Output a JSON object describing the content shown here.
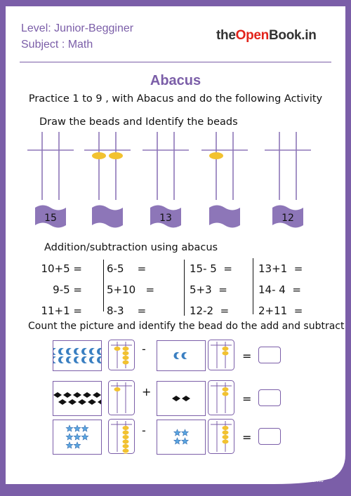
{
  "header": {
    "level": "Level: Junior-Begginer",
    "subject": "Subject : Math",
    "brand_the": "the",
    "brand_open": "Open",
    "brand_book": "Book.in"
  },
  "title": "Abacus",
  "instruction": "Practice 1 to 9 , with Abacus and do the following Activity",
  "section1": {
    "heading": "Draw the beads and Identify the beads",
    "abaci": [
      {
        "label": "15",
        "tens": 0,
        "ones": 0
      },
      {
        "label": "",
        "tens": 1,
        "ones": 1
      },
      {
        "label": "13",
        "tens": 0,
        "ones": 0
      },
      {
        "label": "",
        "tens": 1,
        "ones": 0
      },
      {
        "label": "12",
        "tens": 0,
        "ones": 0
      }
    ]
  },
  "section2": {
    "heading": "Addition/subtraction using abacus",
    "columns": [
      [
        "10+5 =",
        "9-5 =",
        "11+1 ="
      ],
      [
        "6-5    =",
        "5+10   =",
        "8-3    ="
      ],
      [
        "15- 5  =",
        "5+3  =",
        "12-2  ="
      ],
      [
        "13+1  =",
        "14- 4  =",
        "2+11  ="
      ]
    ]
  },
  "section3": {
    "heading": "Count the picture and identify the bead do the add and subtract",
    "rows": [
      {
        "op": "-",
        "eq": "=",
        "left_count": 14,
        "left_shape": "moon",
        "left_tens": 1,
        "left_ones": 4,
        "right_count": 2,
        "right_shape": "moon",
        "right_tens": 0,
        "right_ones": 2
      },
      {
        "op": "+",
        "eq": "=",
        "left_count": 10,
        "left_shape": "diamond",
        "left_tens": 1,
        "left_ones": 0,
        "right_count": 2,
        "right_shape": "diamond",
        "right_tens": 0,
        "right_ones": 2
      },
      {
        "op": "-",
        "eq": "=",
        "left_count": 8,
        "left_shape": "star",
        "left_tens": 0,
        "left_ones": 8,
        "right_count": 4,
        "right_shape": "star",
        "right_tens": 0,
        "right_ones": 4
      }
    ]
  },
  "footer": {
    "copyright": "Copyright © theopenbook.in. All rights reserved"
  },
  "colors": {
    "purple": "#7b5ea8",
    "light_purple": "#8d76b8",
    "bead": "#f2c230",
    "shape_blue": "#3a7fc1",
    "brand_dark": "#333333",
    "brand_red": "#e2231a"
  }
}
